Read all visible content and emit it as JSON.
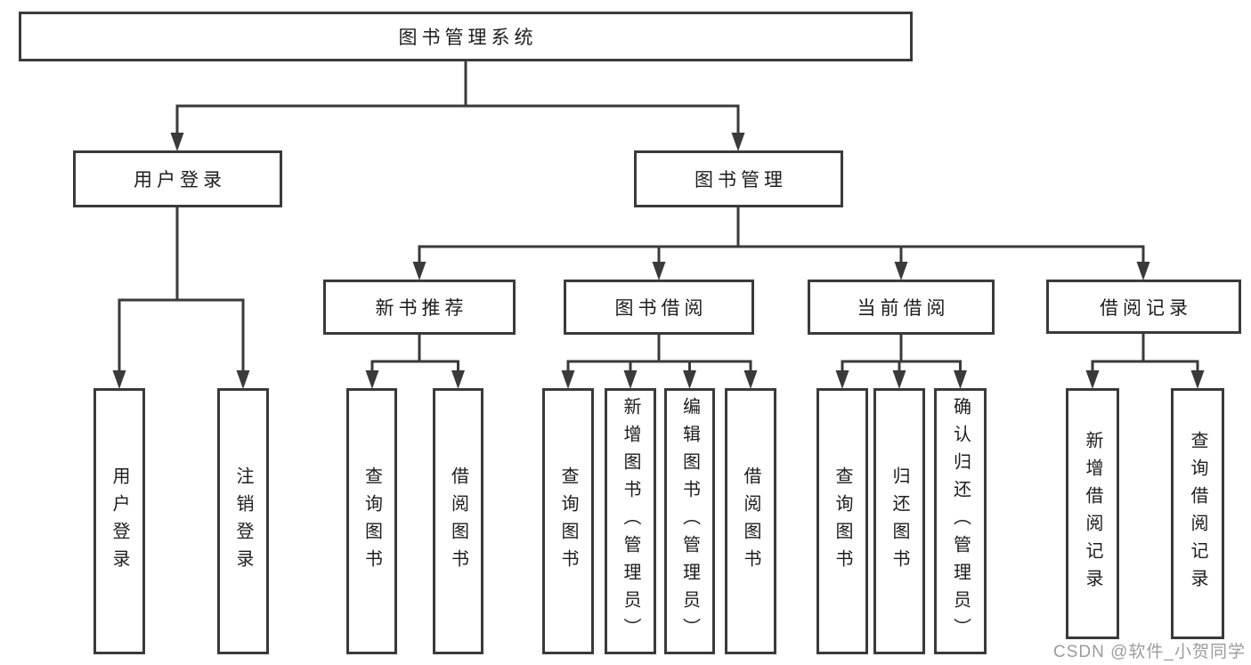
{
  "tree": {
    "root": "图书管理系统",
    "level2": [
      {
        "label": "用户登录"
      },
      {
        "label": "图书管理"
      }
    ],
    "level3": [
      {
        "label": "新书推荐"
      },
      {
        "label": "图书借阅"
      },
      {
        "label": "当前借阅"
      },
      {
        "label": "借阅记录"
      }
    ],
    "leaves": {
      "user_login": [
        "用户登录",
        "注销登录"
      ],
      "new_book_recommend": [
        "查询图书",
        "借阅图书"
      ],
      "book_borrow": [
        "查询图书",
        "新增图书（管理员）",
        "编辑图书（管理员）",
        "借阅图书"
      ],
      "current_borrow": [
        "查询图书",
        "归还图书",
        "确认归还（管理员）"
      ],
      "borrow_records": [
        "新增借阅记录",
        "查询借阅记录"
      ]
    }
  },
  "watermark": {
    "text": "CSDN @软件_小贺同学"
  },
  "colors": {
    "line": "#3a3a3a",
    "text": "#1d1d1d",
    "box_background": "#ffffff",
    "watermark": "#9c9c9c"
  }
}
